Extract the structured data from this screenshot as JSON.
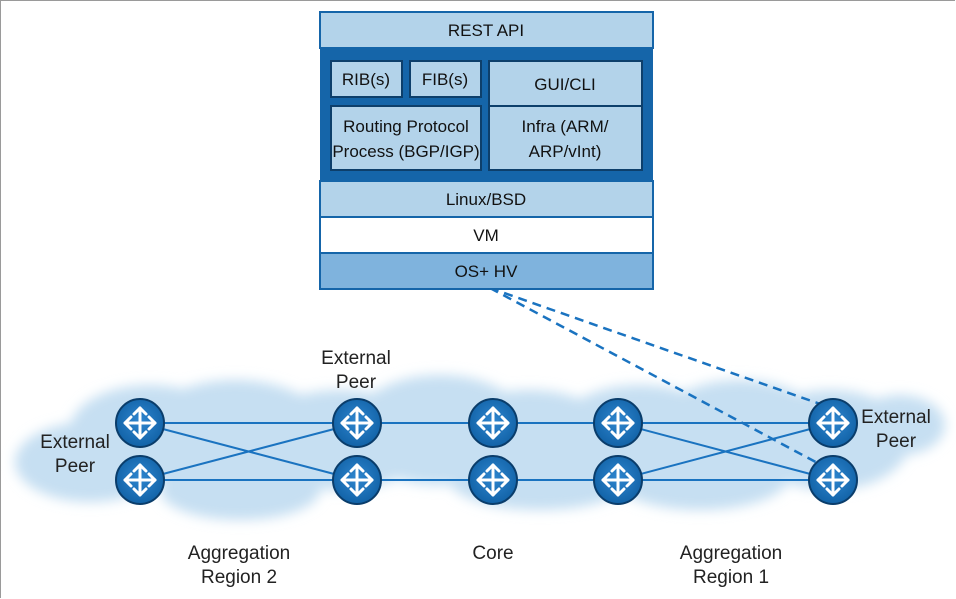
{
  "stack": {
    "rest_api": "REST API",
    "rib": "RIB(s)",
    "fib": "FIB(s)",
    "gui_cli": "GUI/CLI",
    "routing_line1": "Routing Protocol",
    "routing_line2": "Process (BGP/IGP)",
    "infra_line1": "Infra (ARM/",
    "infra_line2": "ARP/vInt)",
    "linux_bsd": "Linux/BSD",
    "vm": "VM",
    "os_hv": "OS+ HV"
  },
  "network": {
    "external_peer_left_line1": "External",
    "external_peer_left_line2": "Peer",
    "external_peer_top_line1": "External",
    "external_peer_top_line2": "Peer",
    "external_peer_right_line1": "External",
    "external_peer_right_line2": "Peer",
    "agg_region2_line1": "Aggregation",
    "agg_region2_line2": "Region 2",
    "core": "Core",
    "agg_region1_line1": "Aggregation",
    "agg_region1_line2": "Region 1"
  },
  "colors": {
    "dark_blue": "#1565a9",
    "light_blue": "#b3d3ea",
    "mid_blue": "#7fb3dd",
    "cloud": "#c6dff2",
    "line": "#1a73c0"
  },
  "icons": {
    "router": "router-icon"
  }
}
